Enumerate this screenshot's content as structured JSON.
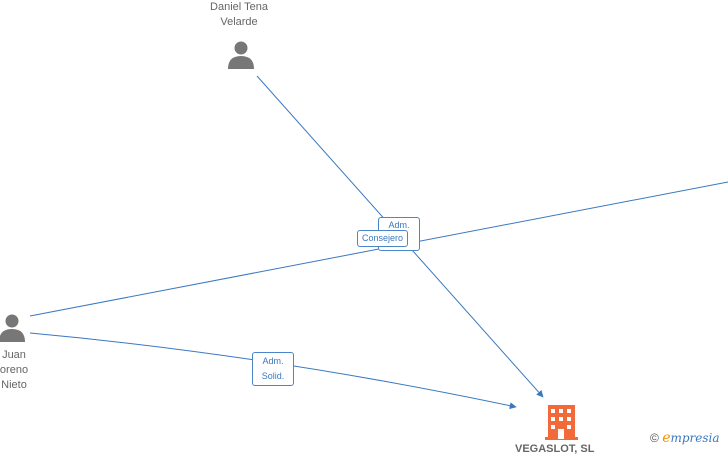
{
  "nodes": {
    "daniel": {
      "line1": "Daniel Tena",
      "line2": "Velarde"
    },
    "juan": {
      "line1": "Juan",
      "line2": "oreno",
      "line3": "Nieto"
    },
    "company": {
      "label": "VEGASLOT, SL"
    }
  },
  "edges": {
    "adm": {
      "line1": "Adm."
    },
    "consejero": {
      "line1": "Consejero"
    },
    "adm_solid": {
      "line1": "Adm.",
      "line2": "Solid."
    }
  },
  "brand": {
    "copyright": "©",
    "e": "e",
    "rest": "mpresia"
  },
  "colors": {
    "edge": "#3a78c0",
    "person": "#777777",
    "company": "#f26a3a"
  }
}
